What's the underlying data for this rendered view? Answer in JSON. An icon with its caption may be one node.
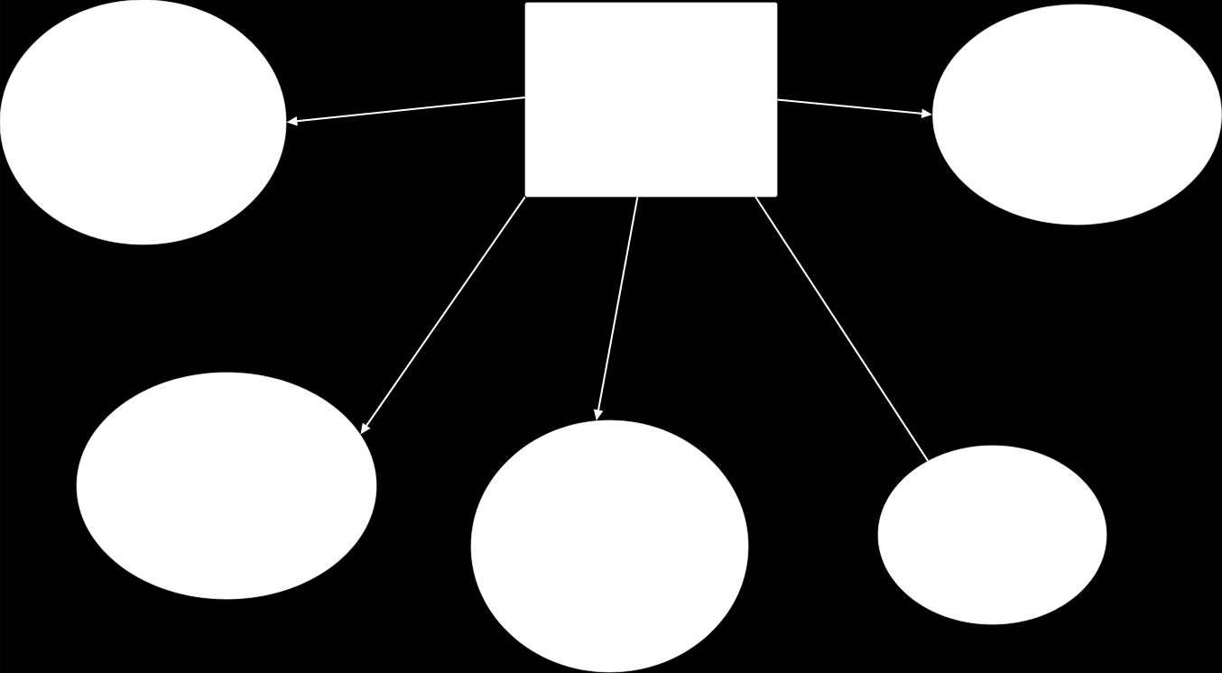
{
  "diagram": {
    "nodes": [
      {
        "text": [],
        "shape": "ellipse"
      },
      {
        "text": [],
        "shape": "box"
      },
      {
        "text": [],
        "shape": "ellipse"
      },
      {
        "text": [],
        "shape": "ellipse"
      },
      {
        "text": [],
        "shape": "ellipse"
      },
      {
        "text": [],
        "shape": "ellipse"
      }
    ],
    "edges": [
      {
        "from": 1,
        "to": 0,
        "arrow": "to"
      },
      {
        "from": 1,
        "to": 2,
        "arrow": "to"
      },
      {
        "from": 1,
        "to": 3,
        "arrow": "to"
      },
      {
        "from": 1,
        "to": 4,
        "arrow": "to"
      },
      {
        "from": 1,
        "to": 5,
        "arrow": "none"
      }
    ]
  }
}
